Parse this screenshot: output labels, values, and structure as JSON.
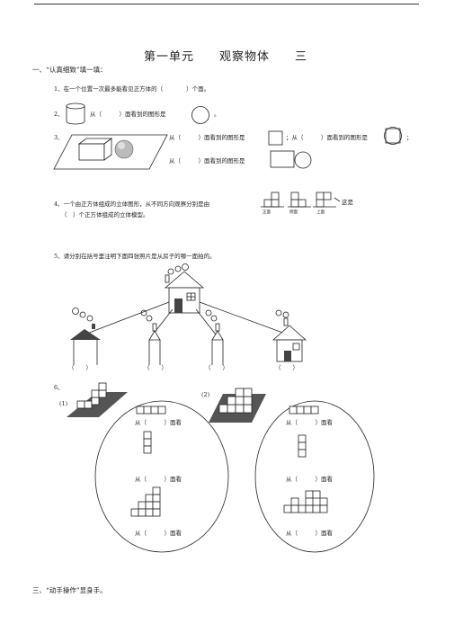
{
  "title": "第一单元　　观察物体　　三",
  "section1": {
    "heading": "一、“认真细致”填一填："
  },
  "q1": {
    "text": "1、在一个位置一次最多能看见正方体的（　　　　）个面。"
  },
  "q2": {
    "num": "2、",
    "text": "从（　　　）面看到的图形是"
  },
  "q3": {
    "num": "3、",
    "a": "从（　　　）面看到的图形是",
    "sep": "；从（　　　）面看到的图形是",
    "b_end": "；",
    "c": "从（　　　）面看到的图形是"
  },
  "q4": {
    "line1": "4、一个由正方体组成的立体图形，从不同方向观察分别是由",
    "line2": "（　）个正方体组成的立体模型。",
    "view_labels": [
      "正面",
      "侧面",
      "上面"
    ],
    "suffix": "这是"
  },
  "q5": {
    "text": "5、请分别在括号里注明下面四张照片是从房子的哪一面拍的。",
    "blanks": [
      "（　　）",
      "（　　）",
      "（　　）",
      "（　　）"
    ]
  },
  "q6": {
    "num": "6、",
    "label1": "(1)",
    "label2": "(2)",
    "left_views": [
      "从（　　　）面看",
      "从（　　　）面看",
      "从（　　　）面看"
    ],
    "right_views": [
      "从（　　　）面看",
      "从（　　　）面看",
      "从（　　　）面看"
    ]
  },
  "section3": {
    "heading": "三、“动手操作”显身手。"
  }
}
